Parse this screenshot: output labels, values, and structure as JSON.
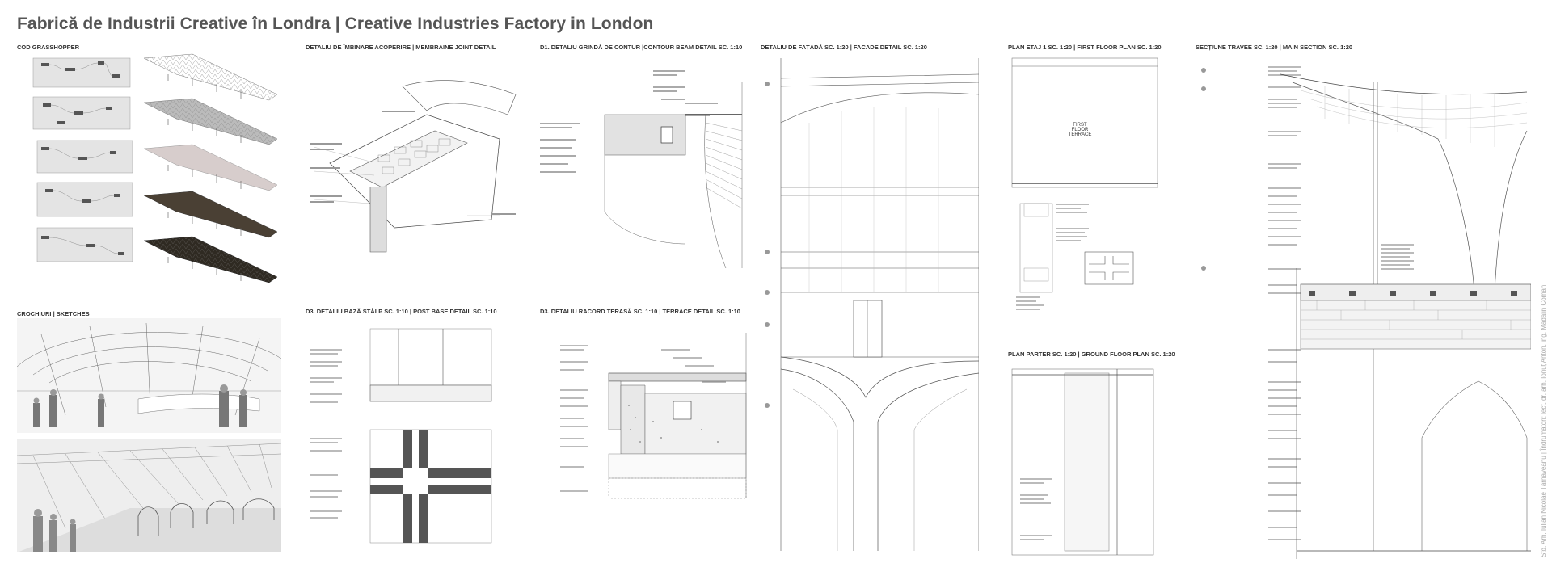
{
  "title": "Fabrică de Industrii Creative în Londra | Creative Industries Factory in London",
  "sections": {
    "grasshopper": "COD GRASSHOPPER",
    "membrane": "DETALIU DE ÎMBINARE ACOPERIRE | MEMBRAINE JOINT DETAIL",
    "contour": "D1. DETALIU GRINDĂ DE CONTUR |CONTOUR BEAM DETAIL SC. 1:10",
    "facade": "DETALIU DE FAȚADĂ SC. 1:20 | FACADE DETAIL SC. 1:20",
    "first_floor": "PLAN ETAJ 1 SC. 1:20 | FIRST FLOOR PLAN SC. 1:20",
    "main_section": "SECȚIUNE TRAVEE SC. 1:20 | MAIN SECTION SC. 1:20",
    "sketches": "CROCHIURI | SKETCHES",
    "post_base": "D3. DETALIU BAZĂ STÂLP SC. 1:10 | POST BASE DETAIL SC. 1:10",
    "terrace": "D3. DETALIU RACORD TERASĂ SC. 1:10 | TERRACE DETAIL SC. 1:10",
    "ground_floor": "PLAN PARTER SC. 1:20 | GROUND FLOOR PLAN SC. 1:20"
  },
  "labels": {
    "first_floor_terrace": "FIRST FLOOR TERRACE"
  },
  "credit": "Std. Arh. Iulian Nicolae Târnăveanu | Îndrumători: lect. dr. arh. Ionuț Anton, ing. Mădălin Coman"
}
